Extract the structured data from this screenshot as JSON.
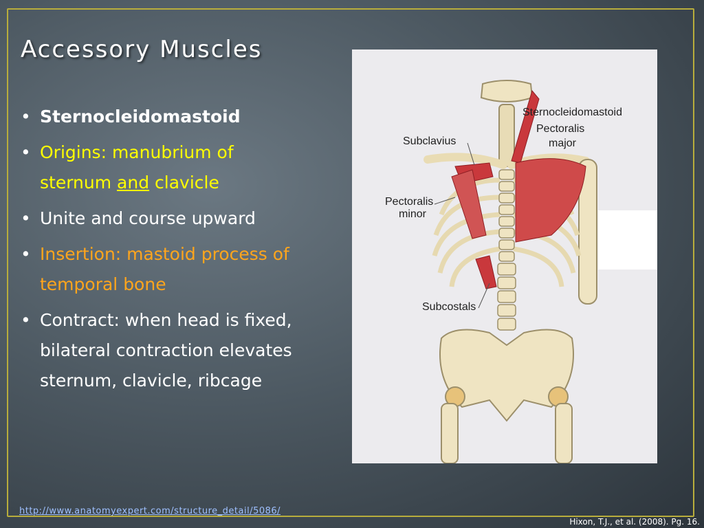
{
  "slide": {
    "title": "Accessory Muscles",
    "bullets": [
      {
        "text": "Sternocleidomastoid"
      },
      {
        "part1": "Origins: manubrium of sternum ",
        "underlined": "and",
        "part2": " clavicle"
      },
      {
        "text": "Unite and course upward"
      },
      {
        "text": "Insertion: mastoid process of temporal bone"
      },
      {
        "text": "Contract: when head is fixed, bilateral contraction elevates sternum, clavicle, ribcage"
      }
    ],
    "bullet_glyph": "•"
  },
  "figure": {
    "labels": {
      "sternocleidomastoid": "Sternocleidomastoid",
      "pectoralis_major_1": "Pectoralis",
      "pectoralis_major_2": "major",
      "subclavius": "Subclavius",
      "pectoralis_minor_1": "Pectoralis",
      "pectoralis_minor_2": "minor",
      "subcostals": "Subcostals"
    }
  },
  "footer": {
    "link": "http://www.anatomyexpert.com/structure_detail/5086/",
    "citation": "Hixon, T.J., et al. (2008). Pg. 16."
  },
  "colors": {
    "border": "#b8ad3c",
    "yellow": "#ffff00",
    "orange": "#ffa51c",
    "muscle": "#c9383c",
    "bone": "#efe4c2"
  }
}
